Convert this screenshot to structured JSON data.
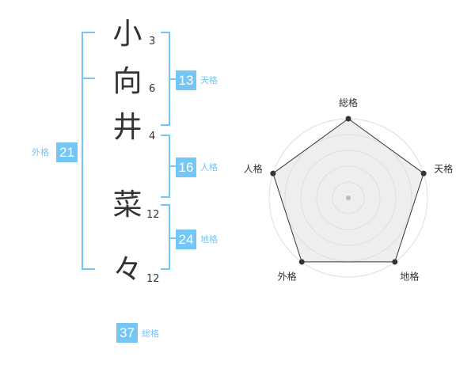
{
  "name_chars": [
    "小",
    "向",
    "井",
    "菜",
    "々"
  ],
  "strokes": [
    "3",
    "6",
    "4",
    "12",
    "12"
  ],
  "kakusu": {
    "tenkaku": {
      "value": "13",
      "label": "天格"
    },
    "jinkaku": {
      "value": "16",
      "label": "人格"
    },
    "chikaku": {
      "value": "24",
      "label": "地格"
    },
    "gaikaku": {
      "value": "21",
      "label": "外格"
    },
    "soukaku": {
      "value": "37",
      "label": "総格"
    }
  },
  "colors": {
    "accent": "#74c6f5",
    "text": "#333333",
    "radar_fill": "#eeeeee",
    "radar_ring": "#dddddd"
  },
  "chart_data": {
    "type": "radar",
    "axes": [
      "総格",
      "天格",
      "地格",
      "外格",
      "人格"
    ],
    "values": [
      1.0,
      1.0,
      1.0,
      1.0,
      1.0
    ],
    "range": [
      0,
      1
    ],
    "rings": 5
  }
}
